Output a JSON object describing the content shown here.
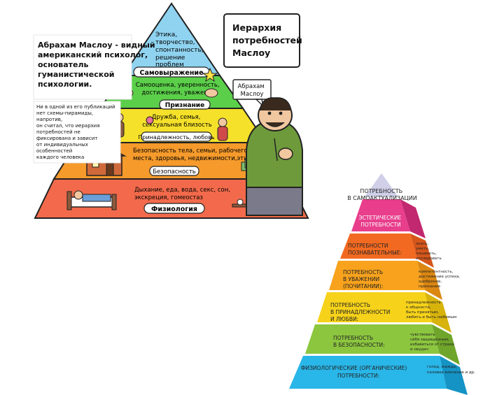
{
  "left_chart": {
    "intro_text": [
      "Абрахам Маслоу - видный",
      "американский психолог,",
      "основатель",
      "гуманистической",
      "психологии."
    ],
    "note_text": [
      "Ни в одной из его публикаций",
      "нет схемы-пирамиды,",
      "напротив,",
      "он считал, что иерархия",
      "потребностей не",
      "фиксирована и зависит",
      "от индивидуальных",
      "особенностей",
      "каждого человека"
    ],
    "title": [
      "Иерархия",
      "потребностей",
      "Маслоу"
    ],
    "speech_label": [
      "Абрахам",
      "Маслоу"
    ],
    "levels": [
      {
        "desc": [
          "Этика,",
          "творчество,",
          "спонтанность,",
          "решение",
          "проблем"
        ],
        "label": "Самовыражение",
        "color": "#8fd3f0"
      },
      {
        "desc": [
          "Самооценка, уверенность,",
          "достижения, уважение"
        ],
        "label": "Признание",
        "color": "#5ccf4a"
      },
      {
        "desc": [
          "Дружба, семья,",
          "сексуальная близость"
        ],
        "label": "Принадлежность, любовь",
        "color": "#f5e12a"
      },
      {
        "desc": [
          "Безопасность тела, семьи, рабочего",
          "места, здоровья, недвижимости,этики"
        ],
        "label": "Безопасность",
        "color": "#f59a2b"
      },
      {
        "desc": [
          "Дыхание, еда, вода, секс, сон,",
          "экскреция, гомеостаз"
        ],
        "label": "Физиология",
        "color": "#f26a4b"
      }
    ]
  },
  "right_chart": {
    "apex_label": [
      "ПОТРЕБНОСТЬ",
      "В САМОАКТУАЛИЗАЦИИ"
    ],
    "levels": [
      {
        "front": [
          "ЭСТЕТИЧЕСКИЕ",
          "ПОТРЕБНОСТИ"
        ],
        "side": [],
        "color": "#e83e8c"
      },
      {
        "front": [
          "ПОТРЕБНОСТИ",
          "ПОЗНАВАТЕЛЬНЫЕ:"
        ],
        "side": [
          "знать,",
          "уметь,",
          "понимать,",
          "исследовать"
        ],
        "color": "#f26a21"
      },
      {
        "front": [
          "ПОТРЕБНОСТЬ",
          "В УВАЖЕНИИ",
          "(ПОЧИТАНИИ):"
        ],
        "side": [
          "компетентность,",
          "достижение успеха,",
          "одобрение,",
          "признание"
        ],
        "color": "#f8a21d"
      },
      {
        "front": [
          "ПОТРЕБНОСТЬ",
          "В ПРИНАДЛЕЖНОСТИ",
          "И ЛЮБВИ:"
        ],
        "side": [
          "принадлежность",
          "к общности,",
          "быть принятым,",
          "любить и быть любимым"
        ],
        "color": "#f6d21a"
      },
      {
        "front": [
          "ПОТРЕБНОСТЬ",
          "В БЕЗОПАСНОСТИ:"
        ],
        "side": [
          "чувствовать",
          "себя защищенным,",
          "избавиться от страха",
          "и неудач"
        ],
        "color": "#8cc63f"
      },
      {
        "front": [
          "ФИЗИОЛОГИЧЕСКИЕ (ОРГАНИЧЕСКИЕ)",
          "ПОТРЕБНОСТИ:"
        ],
        "side": [
          "голод, жажда,",
          "половое влечение и др."
        ],
        "color": "#29b6e8"
      }
    ]
  }
}
